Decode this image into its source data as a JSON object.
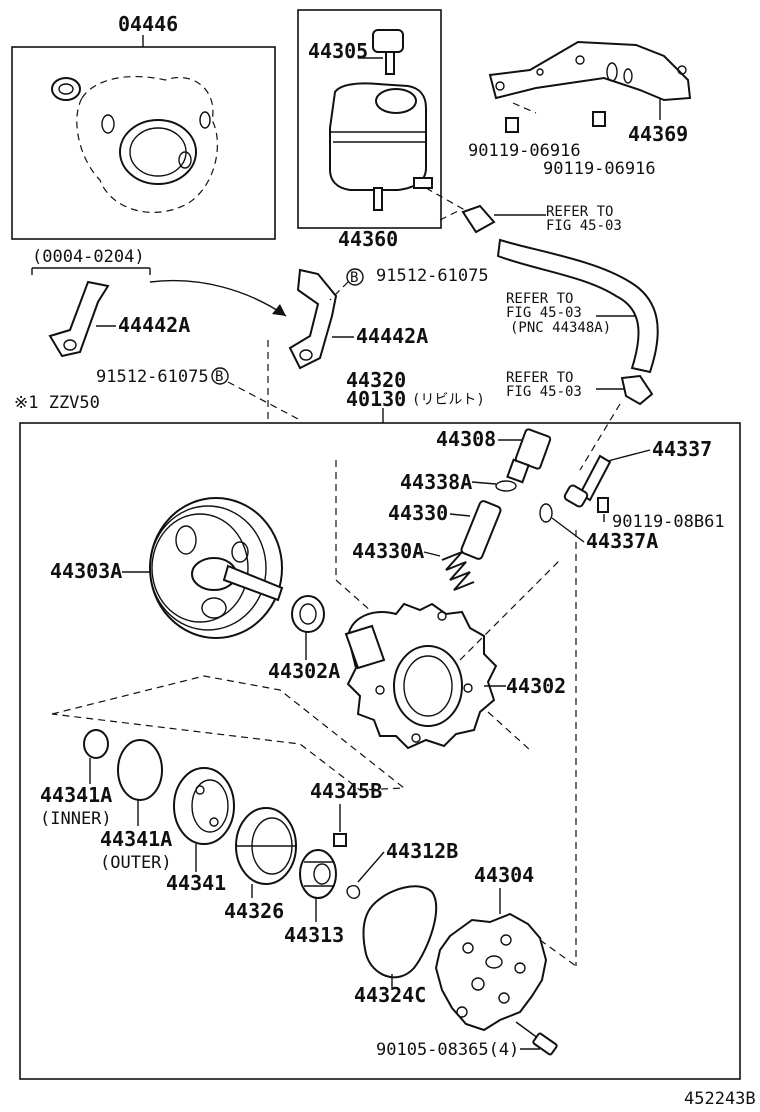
{
  "diagram_id": "452243B",
  "box_labels": {
    "gasket_kit": "04446",
    "reservoir_assy": "44360",
    "pump_assy": "44320",
    "pump_reman": "40130",
    "pump_reman_note": "(リビルト)",
    "date_range": "(0004-0204)",
    "note_mark": "※1 ZZV50"
  },
  "parts": {
    "p44305": "44305",
    "p44369": "44369",
    "p90119_06916_a": "90119-06916",
    "p90119_06916_b": "90119-06916",
    "p91512_61075_a": "91512-61075",
    "p91512_61075_b": "91512-61075",
    "p44442a_left": "44442A",
    "p44442a_right": "44442A",
    "p44308": "44308",
    "p44338a": "44338A",
    "p44330": "44330",
    "p44330a": "44330A",
    "p44337": "44337",
    "p90119_08b61": "90119-08B61",
    "p44337a": "44337A",
    "p44303a": "44303A",
    "p44302a": "44302A",
    "p44302": "44302",
    "p44341a_inner": "44341A",
    "inner_note": "(INNER)",
    "p44341a_outer": "44341A",
    "outer_note": "(OUTER)",
    "p44341": "44341",
    "p44326": "44326",
    "p44345b": "44345B",
    "p44312b": "44312B",
    "p44313": "44313",
    "p44304": "44304",
    "p44324c": "44324C",
    "p90105_08365": "90105-08365(4)"
  },
  "refs": {
    "ref1_a": "REFER TO",
    "ref1_b": "FIG 45-03",
    "ref2_a": "REFER TO",
    "ref2_b": "FIG 45-03",
    "ref2_c": "(PNC 44348A)",
    "ref3_a": "REFER TO",
    "ref3_b": "FIG 45-03"
  },
  "markers": {
    "b_marker": "B",
    "note1_mark": "※1"
  }
}
